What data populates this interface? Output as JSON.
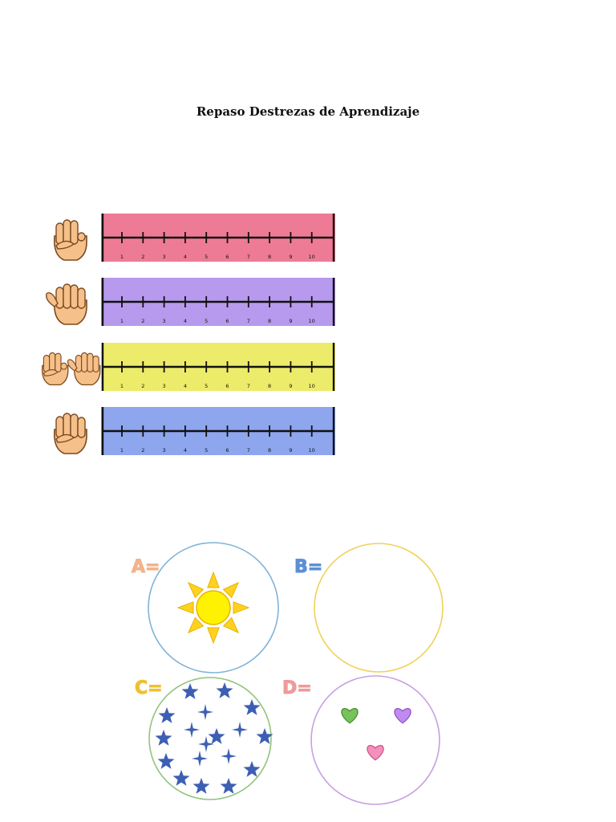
{
  "document": {
    "title": "Repaso Destrezas de Aprendizaje"
  },
  "number_lines": {
    "tick_labels": [
      "1",
      "2",
      "3",
      "4",
      "5",
      "6",
      "7",
      "8",
      "9",
      "10"
    ],
    "rows": [
      {
        "fingers": 3,
        "hand_icon": "three-fingers-hand-icon",
        "color": "#ee7b95"
      },
      {
        "fingers": 5,
        "hand_icon": "open-hand-icon",
        "color": "#b79aed"
      },
      {
        "fingers": 8,
        "hand_icon": "two-hands-icon",
        "color": "#ecec6a"
      },
      {
        "fingers": 4,
        "hand_icon": "four-fingers-hand-icon",
        "color": "#8ea6ee"
      }
    ]
  },
  "sets": [
    {
      "label": "A=",
      "label_color": "#f4b28a",
      "circle_color": "#7fb3d8",
      "content": "sun",
      "count": 1
    },
    {
      "label": "B=",
      "label_color": "#5b8fd6",
      "circle_color": "#efd25a",
      "content": "empty",
      "count": 0
    },
    {
      "label": "C=",
      "label_color": "#f0c030",
      "circle_color": "#93c47d",
      "content": "stars",
      "count": 18
    },
    {
      "label": "D=",
      "label_color": "#ef9a9a",
      "circle_color": "#c7a0e0",
      "content": "hearts",
      "count": 3
    }
  ]
}
